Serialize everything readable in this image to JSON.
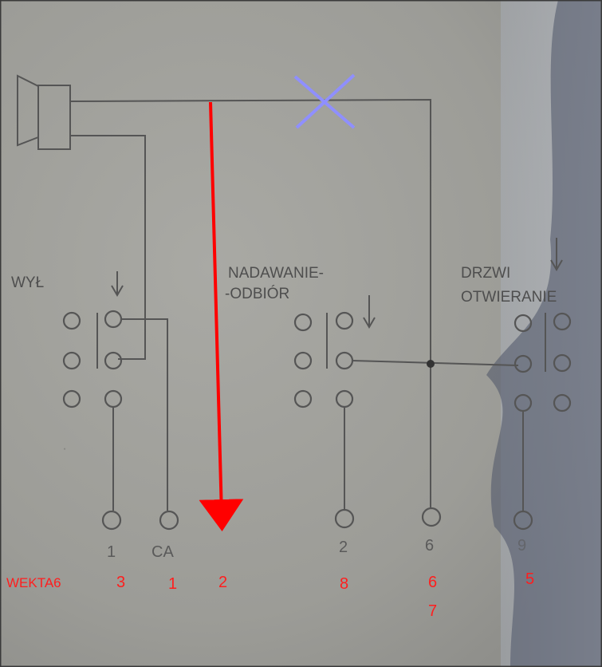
{
  "labels": {
    "off_switch": "WYŁ",
    "talk_switch_line1": "NADAWANIE-",
    "talk_switch_line2": "-ODBIÓR",
    "door_switch_line1": "DRZWI",
    "door_switch_line2": "OTWIERANIE"
  },
  "terminals": [
    "1",
    "CA",
    "2",
    "6",
    "9"
  ],
  "vekta6": {
    "label": "WEKTA6",
    "numbers": [
      "3",
      "1",
      "2",
      "8",
      "6",
      "7",
      "5"
    ]
  },
  "annotations": {
    "red_arrow_color": "#ff0000",
    "cross_color": "#8f8fff"
  }
}
